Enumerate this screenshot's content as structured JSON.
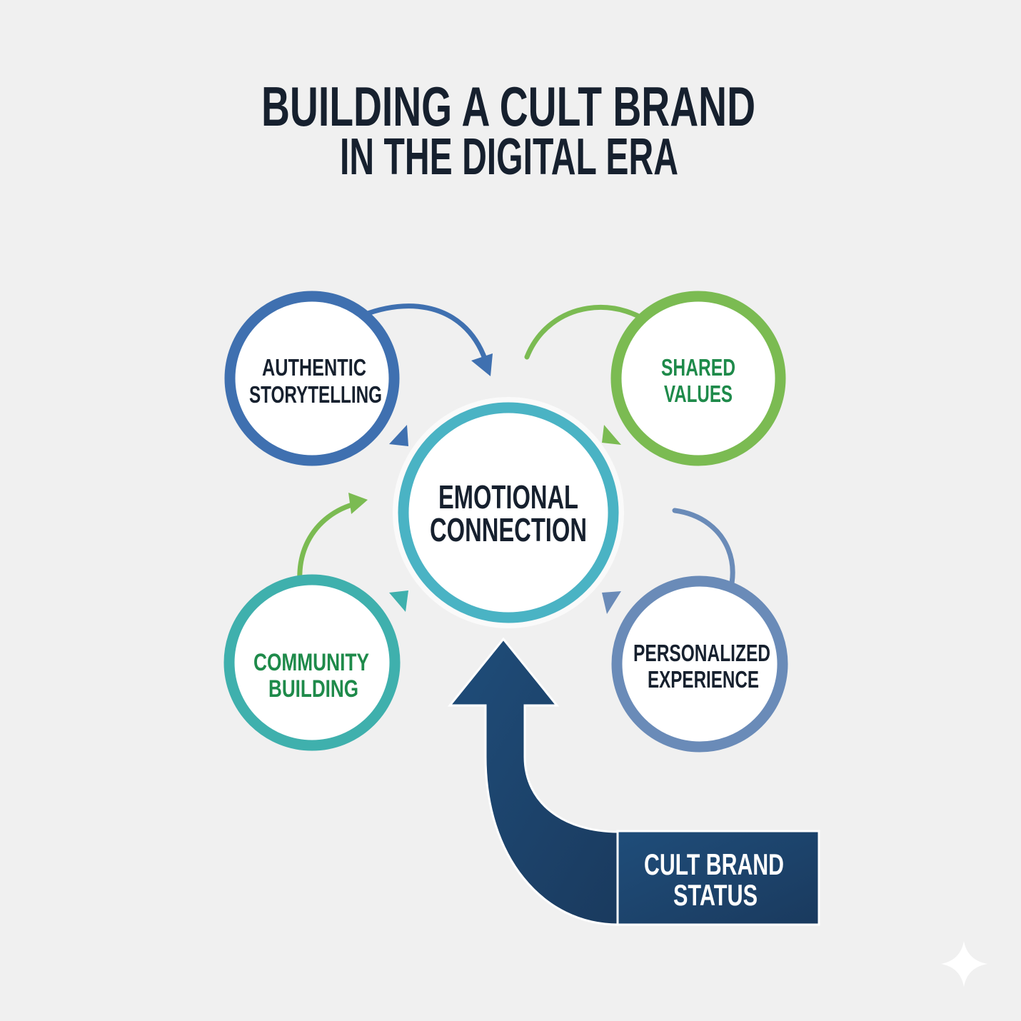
{
  "title": {
    "line1": "BUILDING A CULT BRAND",
    "line2": "IN THE DIGITAL ERA"
  },
  "center": {
    "line1": "EMOTIONAL",
    "line2": "CONNECTION",
    "color": "#4ab3c4"
  },
  "nodes": [
    {
      "line1": "AUTHENTIC",
      "line2": "STORYTELLING",
      "ring": "#3f70b0",
      "text": "#16202e"
    },
    {
      "line1": "SHARED",
      "line2": "VALUES",
      "ring": "#7bbb52",
      "text": "#1e8a4a"
    },
    {
      "line1": "COMMUNITY",
      "line2": "BUILDING",
      "ring": "#3fb0ad",
      "text": "#1e8a4a"
    },
    {
      "line1": "PERSONALIZED",
      "line2": "EXPERIENCE",
      "ring": "#6a8bb8",
      "text": "#16202e"
    }
  ],
  "outcome": {
    "line1": "CULT BRAND",
    "line2": "STATUS",
    "color": "#1e4a75"
  }
}
